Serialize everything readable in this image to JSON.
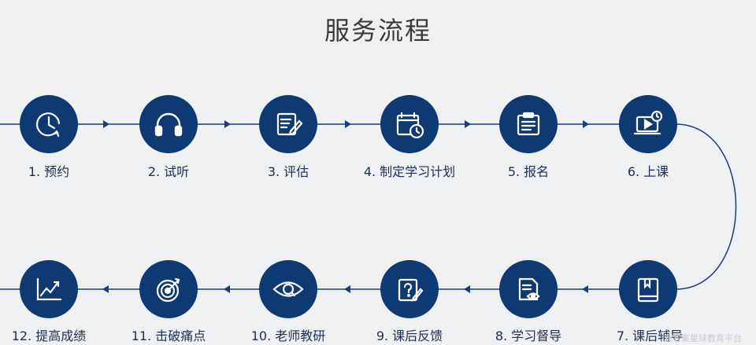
{
  "title": "服务流程",
  "steps": [
    {
      "label": "1. 预约",
      "icon": "clock-refresh-icon"
    },
    {
      "label": "2. 试听",
      "icon": "headphones-icon"
    },
    {
      "label": "3. 评估",
      "icon": "edit-document-icon"
    },
    {
      "label": "4. 制定学习计划",
      "icon": "calendar-clock-icon"
    },
    {
      "label": "5. 报名",
      "icon": "clipboard-icon"
    },
    {
      "label": "6. 上课",
      "icon": "video-lesson-icon"
    },
    {
      "label": "7. 课后辅导",
      "icon": "book-icon"
    },
    {
      "label": "8. 学习督导",
      "icon": "document-eye-icon"
    },
    {
      "label": "9. 课后反馈",
      "icon": "question-edit-icon"
    },
    {
      "label": "10. 老师教研",
      "icon": "eye-search-icon"
    },
    {
      "label": "11. 击破痛点",
      "icon": "target-icon"
    },
    {
      "label": "12. 提高成绩",
      "icon": "growth-chart-icon"
    }
  ],
  "watermark": "看答案星球教育平台",
  "colors": {
    "circle": "#0d3a73",
    "line": "#1c3f73",
    "background": "#eef0f2"
  }
}
